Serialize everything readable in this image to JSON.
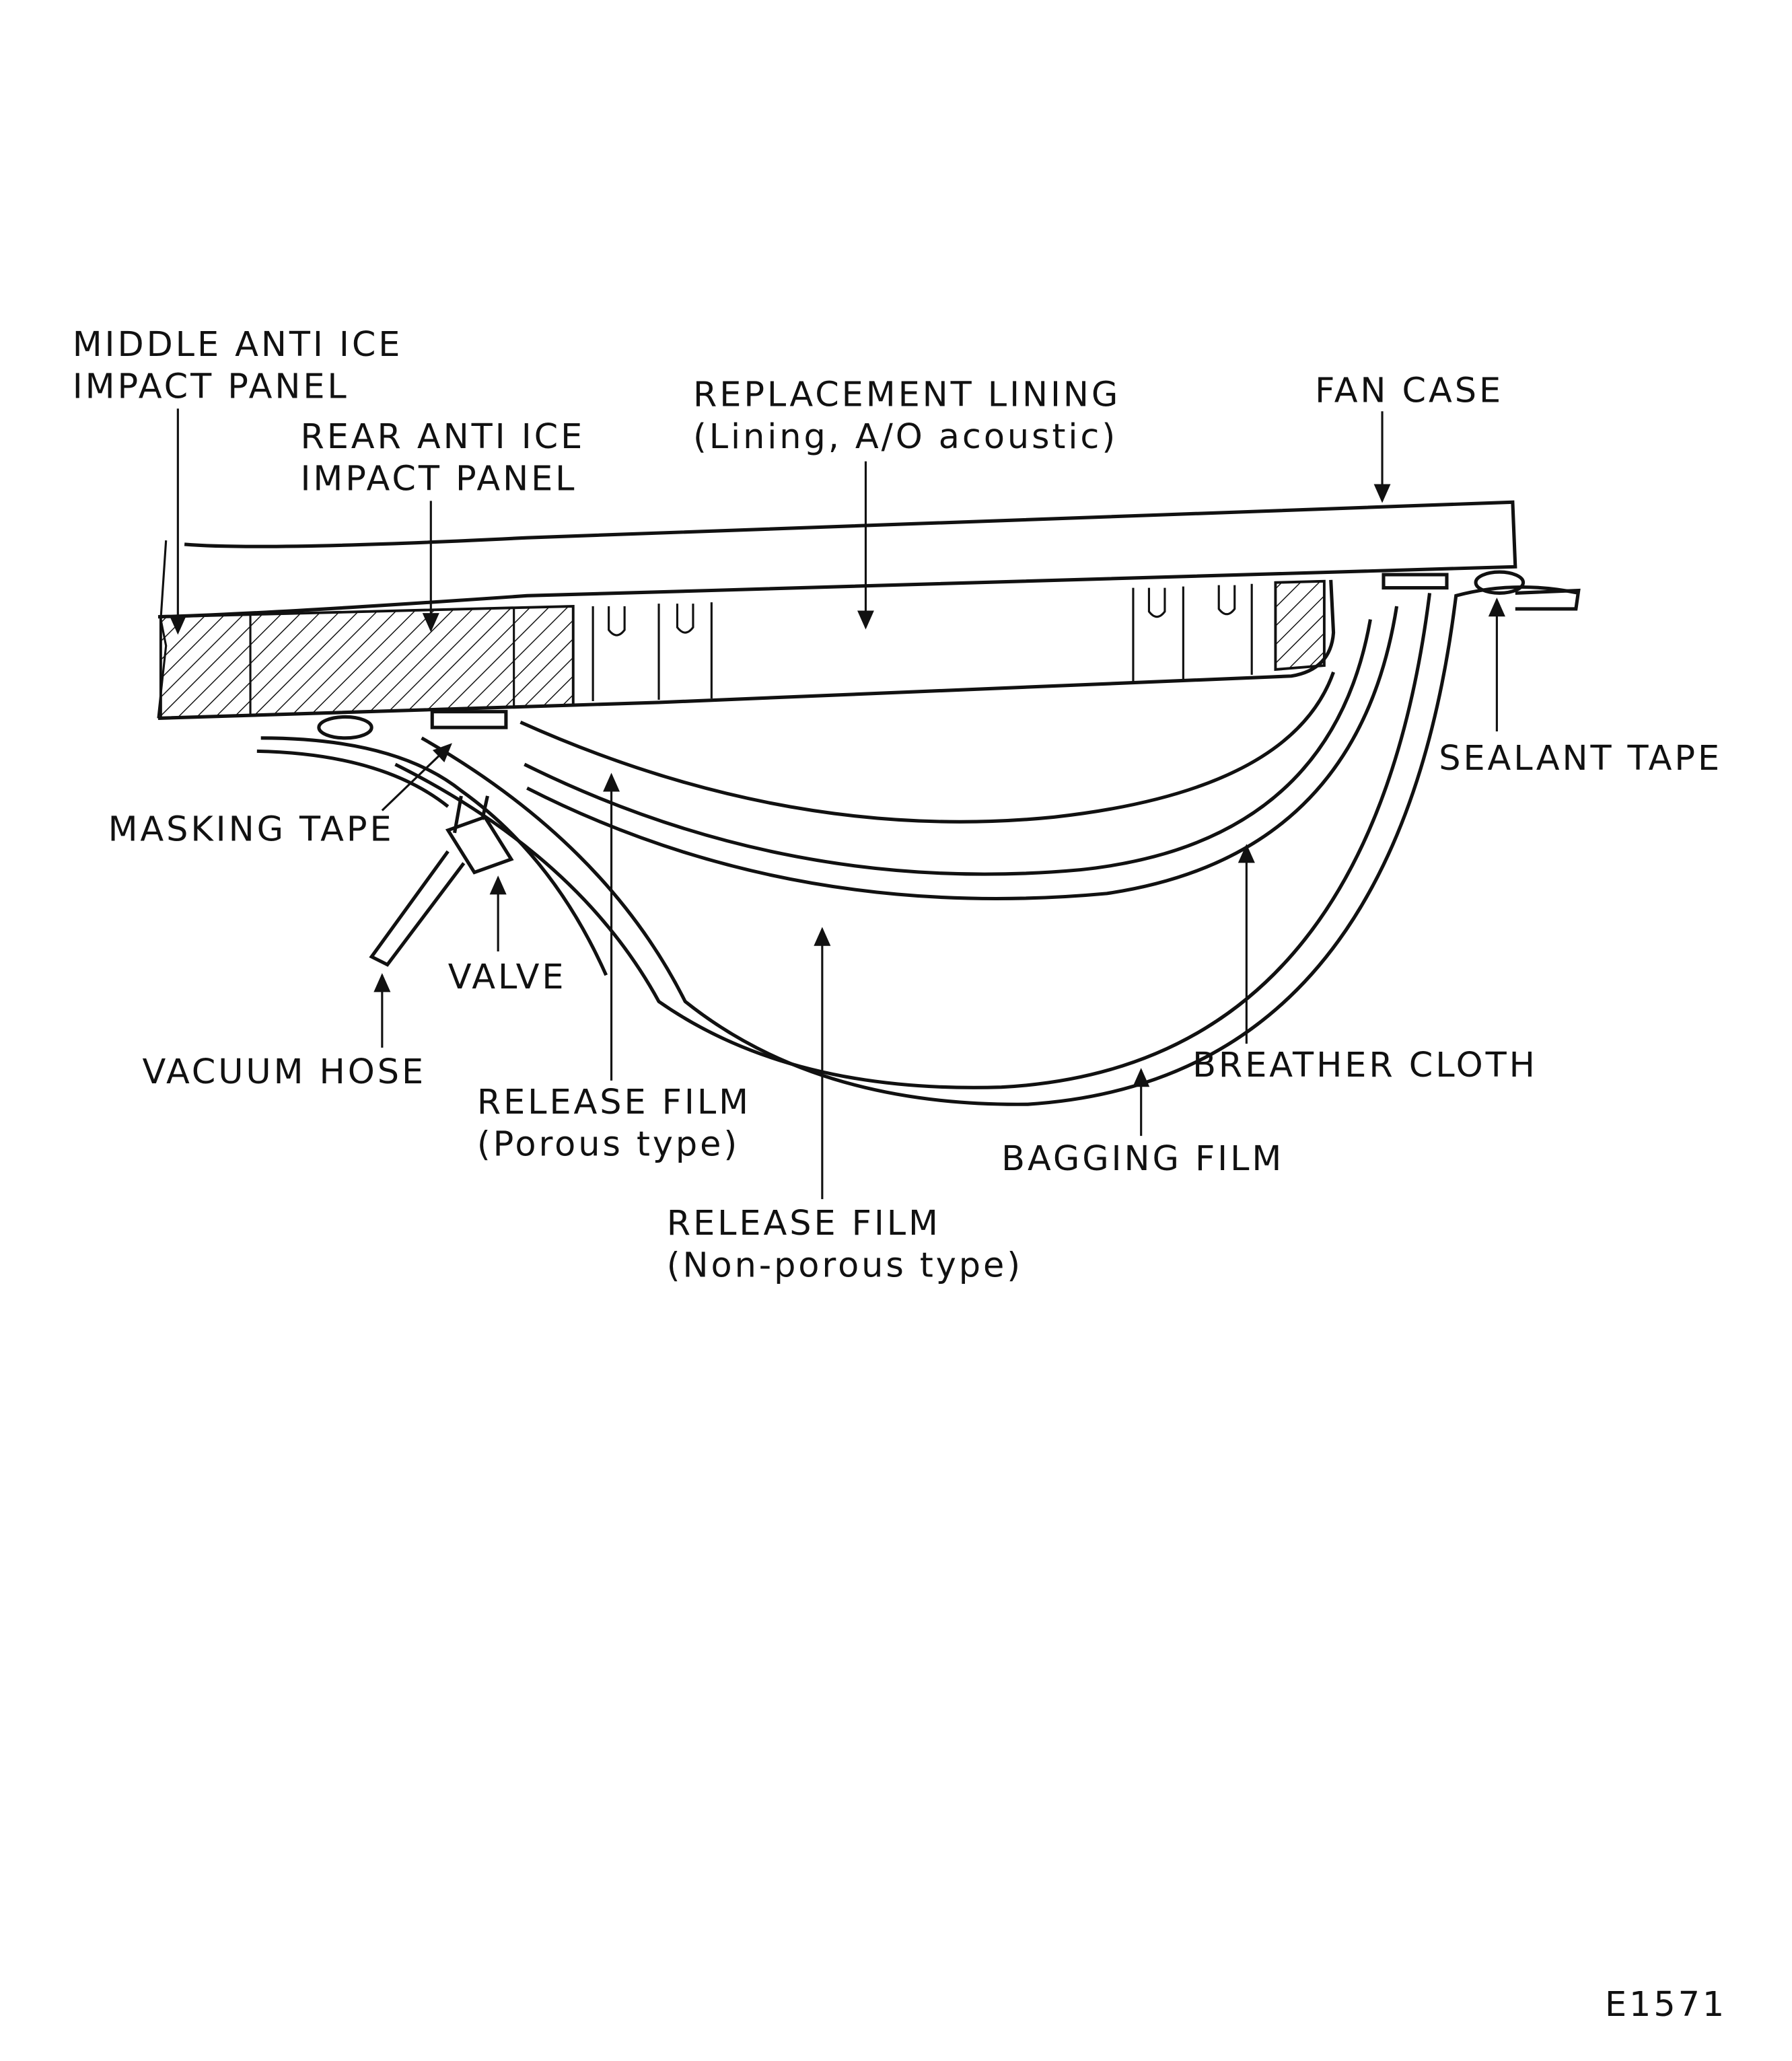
{
  "figure_id": "E1571",
  "labels": {
    "middle_panel": [
      "MIDDLE ANTI ICE",
      "IMPACT PANEL"
    ],
    "rear_panel": [
      "REAR ANTI ICE",
      "IMPACT PANEL"
    ],
    "replacement_lining": [
      "REPLACEMENT LINING",
      "(Lining, A/O acoustic)"
    ],
    "fan_case": "FAN CASE",
    "sealant_tape": "SEALANT TAPE",
    "masking_tape": "MASKING TAPE",
    "valve": "VALVE",
    "vacuum_hose": "VACUUM HOSE",
    "release_film_porous": [
      "RELEASE FILM",
      "(Porous type)"
    ],
    "breather_cloth": "BREATHER CLOTH",
    "bagging_film": "BAGGING FILM",
    "release_film_nonporous": [
      "RELEASE FILM",
      "(Non-porous type)"
    ]
  }
}
